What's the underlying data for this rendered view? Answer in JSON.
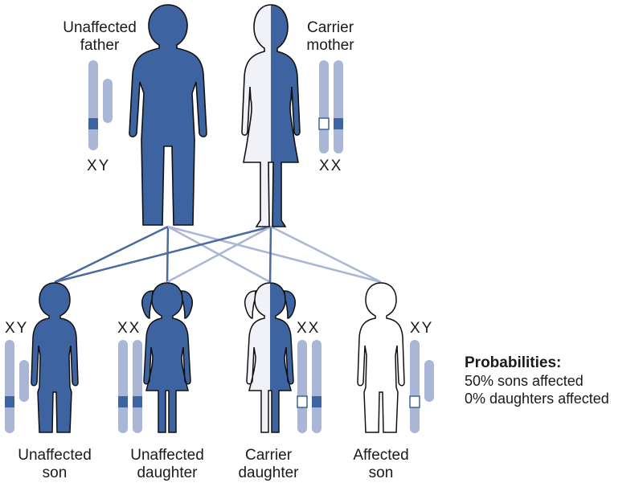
{
  "colors": {
    "affected_blue": "#3d64a0",
    "chromosome": "#a9b6d6",
    "band_dark": "#3d64a0",
    "band_open": "#ffffff",
    "carrier_light": "#f1f2f7",
    "line_strong": "#4a6aa2",
    "line_light": "#a9b6d6"
  },
  "parents": [
    {
      "id": "father",
      "label_line1": "Unaffected",
      "label_line2": "father",
      "genotype": "XY",
      "fill": "affected",
      "sex": "male",
      "x_allele": "normal"
    },
    {
      "id": "mother",
      "label_line1": "Carrier",
      "label_line2": "mother",
      "genotype": "XX",
      "fill": "carrier",
      "sex": "female",
      "x_alleles": [
        "affected",
        "normal"
      ]
    }
  ],
  "offspring": [
    {
      "id": "unaffected-son",
      "label_line1": "Unaffected",
      "label_line2": "son",
      "genotype": "XY",
      "fill": "affected",
      "sex": "male",
      "x_allele": "normal"
    },
    {
      "id": "unaffected-daughter",
      "label_line1": "Unaffected",
      "label_line2": "daughter",
      "genotype": "XX",
      "fill": "affected",
      "sex": "female",
      "x_alleles": [
        "normal",
        "normal"
      ]
    },
    {
      "id": "carrier-daughter",
      "label_line1": "Carrier",
      "label_line2": "daughter",
      "genotype": "XX",
      "fill": "carrier",
      "sex": "female",
      "x_alleles": [
        "affected",
        "normal"
      ]
    },
    {
      "id": "affected-son",
      "label_line1": "Affected",
      "label_line2": "son",
      "genotype": "XY",
      "fill": "white",
      "sex": "male",
      "x_allele": "affected"
    }
  ],
  "probabilities": {
    "heading": "Probabilities:",
    "line1": "50% sons affected",
    "line2": "0% daughters affected"
  }
}
